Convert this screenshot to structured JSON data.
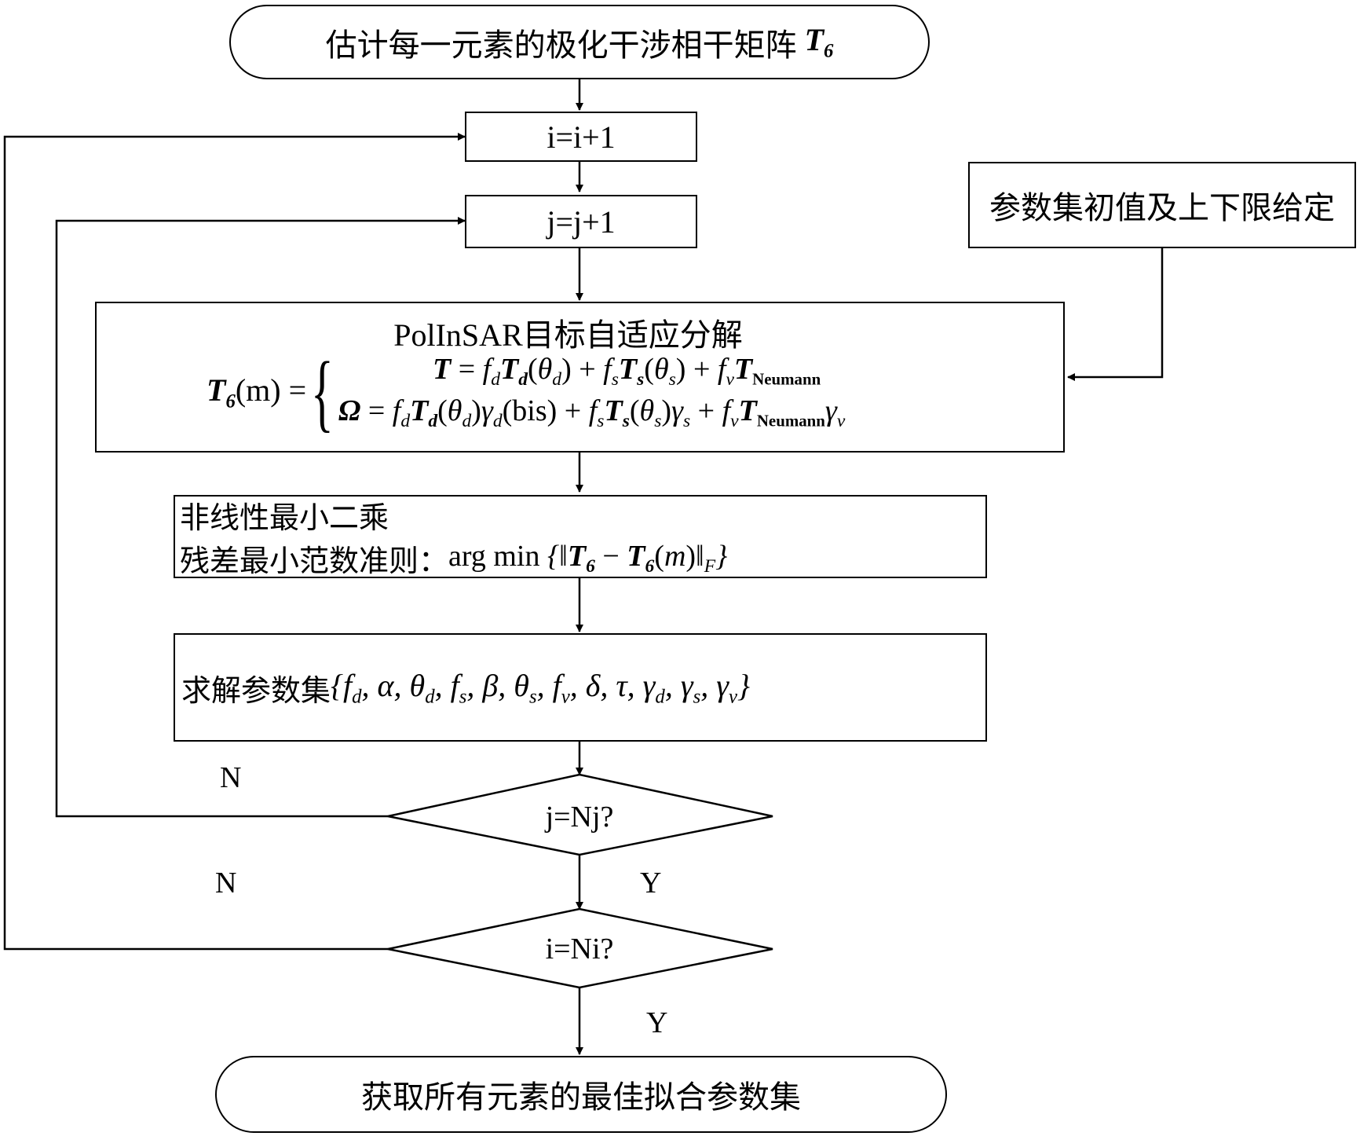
{
  "start": {
    "text": "估计每一元素的极化干涉相干矩阵",
    "sym": "T",
    "sub": "6"
  },
  "inc_i": "i=i+1",
  "inc_j": "j=j+1",
  "param_init": "参数集初值及上下限给定",
  "decomp": {
    "title": "PolInSAR目标自适应分解",
    "lhs": "T",
    "lhs_sub": "6",
    "lhs_arg": "(m) =",
    "eq1": "T = f_d T_d(θ_d) + f_s T_s(θ_s) + f_v T_Neumann",
    "eq2": "Ω = f_d T_d(θ_d) γ_d(bis) + f_s T_s(θ_s) γ_s + f_v T_Neumann γ_v",
    "neumann": "Neumann"
  },
  "nls": {
    "line1": "非线性最小二乘",
    "line2": "残差最小范数准则：",
    "formula_prefix": "arg min",
    "formula_norm_sub": "F"
  },
  "solve": {
    "label": "求解参数集",
    "set": "{f_d, α, θ_d, f_s, β, θ_s, f_v, δ, τ, γ_d, γ_s, γ_v}"
  },
  "dec_j": "j=Nj?",
  "dec_i": "i=Ni?",
  "labels": {
    "n1": "N",
    "n2": "N",
    "y1": "Y",
    "y2": "Y"
  },
  "end": "获取所有元素的最佳拟合参数集"
}
